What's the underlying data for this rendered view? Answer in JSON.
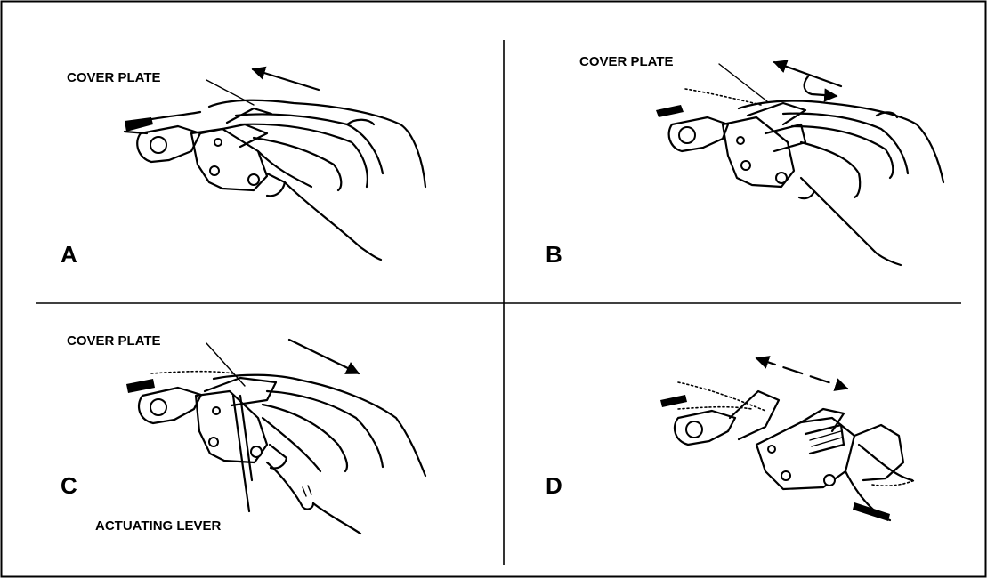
{
  "panels": {
    "a": {
      "letter": "A",
      "callout": "COVER PLATE"
    },
    "b": {
      "letter": "B",
      "callout": "COVER PLATE"
    },
    "c": {
      "letter": "C",
      "callout_top": "COVER PLATE",
      "callout_bottom": "ACTUATING LEVER"
    },
    "d": {
      "letter": "D"
    }
  },
  "colors": {
    "ink": "#000000",
    "background": "#ffffff"
  },
  "icons": {
    "arrow_a": "arrow-left-icon",
    "arrow_b": "arrow-left-return-icon",
    "arrow_c": "arrow-right-icon",
    "arrow_d": "dashed-double-arrow-icon"
  }
}
